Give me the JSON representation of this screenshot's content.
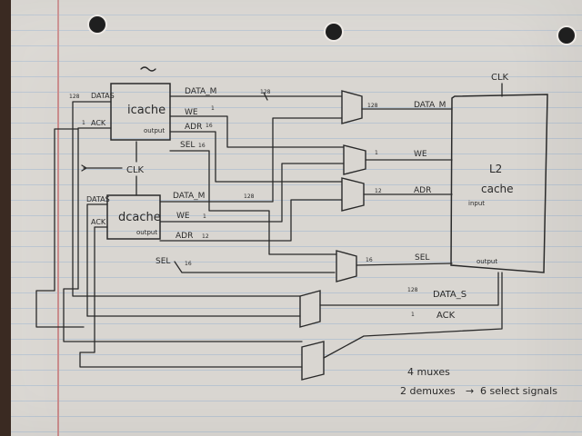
{
  "blocks": {
    "icache": {
      "label": "icache",
      "sub": "output"
    },
    "dcache": {
      "label": "dcache",
      "sub": "output"
    },
    "l2": {
      "label1": "L2",
      "label2": "cache",
      "input_label": "input",
      "output_label": "output"
    }
  },
  "signals": {
    "icache_datas": "DATAS",
    "icache_ack": "ACK",
    "icache_datas_width": "128",
    "icache_ack_width": "1",
    "i_data_m": "DATA_M",
    "i_data_m_width": "128",
    "i_we": "WE",
    "i_we_width": "1",
    "i_adr": "ADR",
    "i_adr_width": "16",
    "i_sel": "SEL",
    "i_sel_width": "16",
    "clk": "CLK",
    "d_datas": "DATAS",
    "d_ack": "ACK",
    "d_data_m": "DATA_M",
    "d_data_m_width": "128",
    "d_we": "WE",
    "d_we_width": "1",
    "d_adr": "ADR",
    "d_adr_width": "12",
    "d_sel": "SEL",
    "d_sel_width": "16",
    "l2_clk": "CLK",
    "l2_data_m": "DATA_M",
    "l2_data_m_width": "128",
    "l2_we": "WE",
    "l2_we_width": "1",
    "l2_adr": "ADR",
    "l2_adr_width": "12",
    "l2_sel": "SEL",
    "l2_sel_width": "16",
    "l2_datas": "DATA_S",
    "l2_datas_width": "128",
    "l2_ack": "ACK",
    "l2_ack_width": "1"
  },
  "notes": {
    "line1": "4 muxes",
    "line2": "2 demuxes",
    "arrow": "→",
    "line2_result": "6 select signals"
  }
}
